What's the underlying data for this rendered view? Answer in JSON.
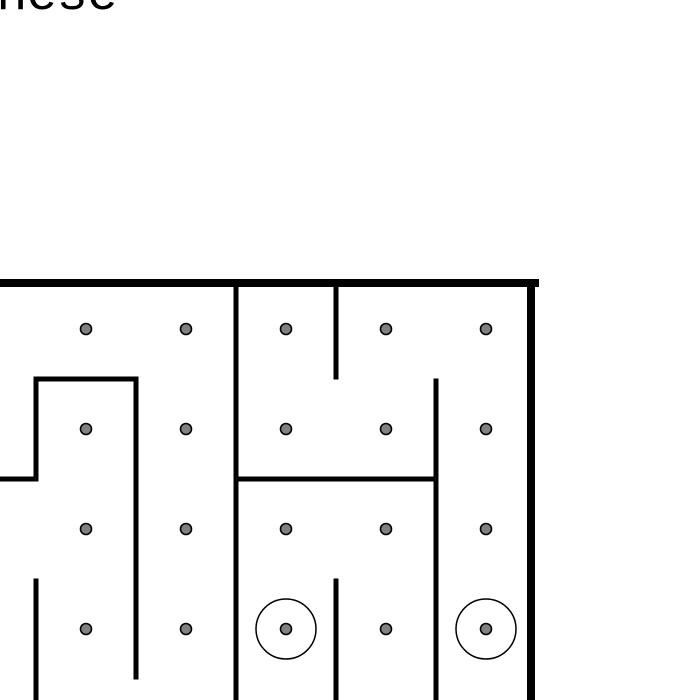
{
  "caption": "these",
  "maze": {
    "columns": 5,
    "rows": 4,
    "dot_color": "#808080",
    "wall_color": "#000000",
    "marked_cells": [
      [
        3,
        2
      ],
      [
        3,
        4
      ]
    ]
  }
}
